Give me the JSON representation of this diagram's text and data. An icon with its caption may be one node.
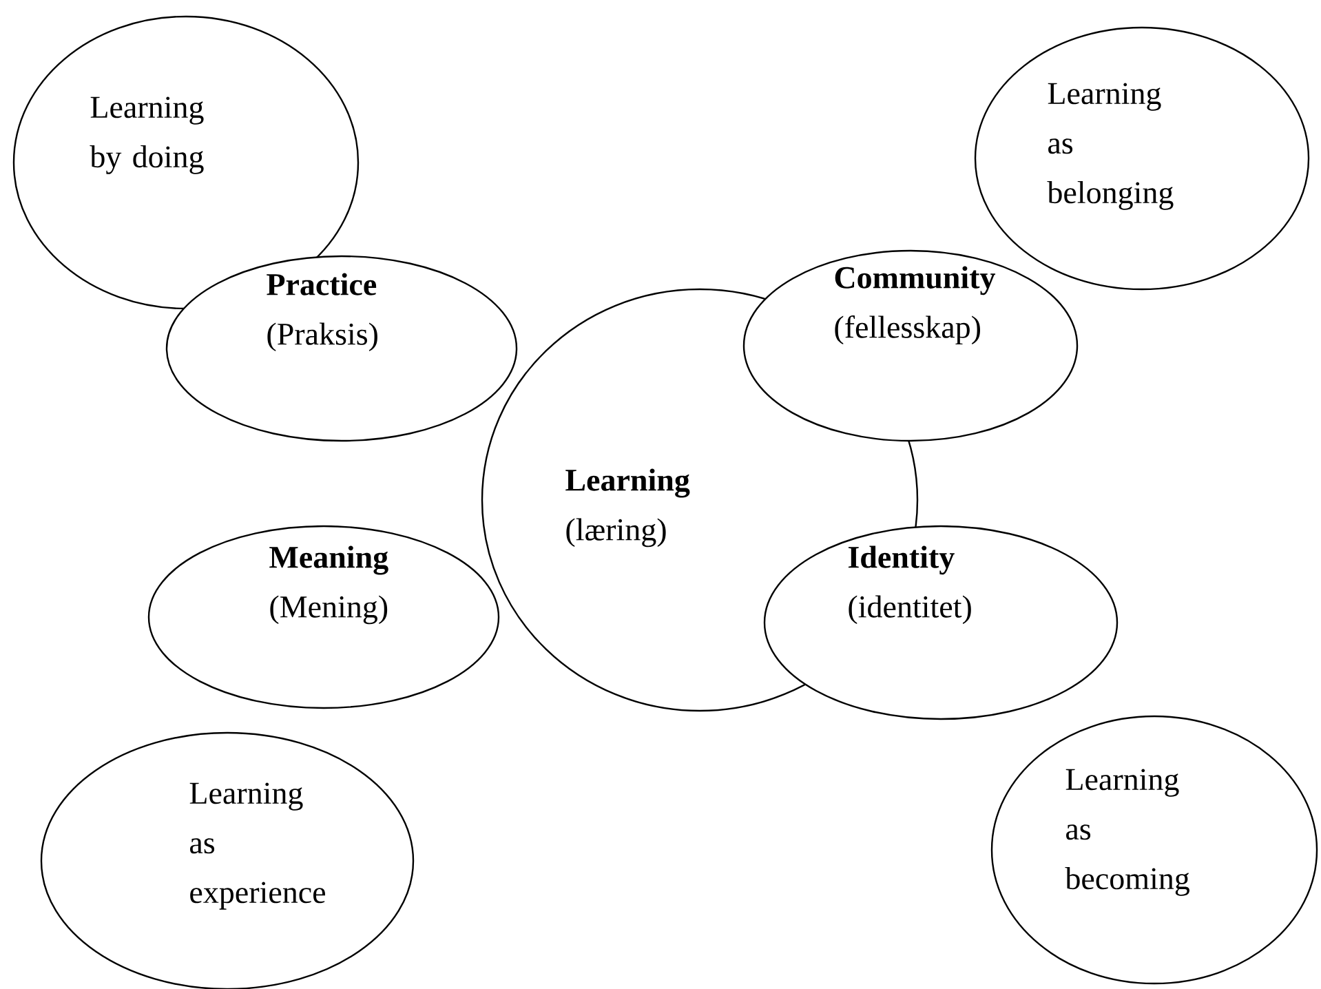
{
  "diagram": {
    "nodes": [
      {
        "text": [
          "Learning by doing"
        ]
      },
      {
        "text": [
          "Learning as belonging"
        ]
      },
      {
        "text": [
          "Practice",
          "(Praksis)"
        ]
      },
      {
        "text": [
          "Community",
          "(fellesskap)"
        ]
      },
      {
        "text": [
          "Learning",
          "(læring)"
        ]
      },
      {
        "text": [
          "Meaning",
          "(Mening)"
        ]
      },
      {
        "text": [
          "Identity",
          "(identitet)"
        ]
      },
      {
        "text": [
          "Learning as experience"
        ]
      },
      {
        "text": [
          "Learning as becoming"
        ]
      }
    ]
  }
}
